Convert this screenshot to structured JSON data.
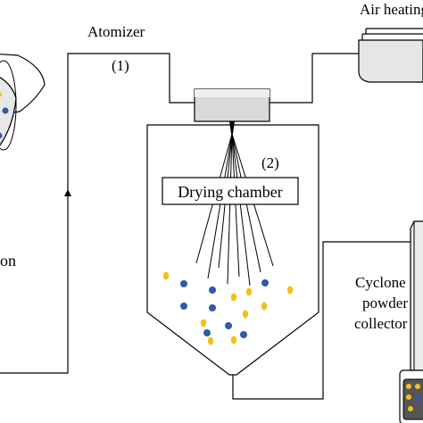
{
  "labels": {
    "atomizer": "Atomizer",
    "step1": "(1)",
    "air_heating": "Air heating",
    "step2": "(2)",
    "drying_chamber": "Drying chamber",
    "feed_partial": "on",
    "cyclone_line1": "Cyclone",
    "cyclone_line2": "powder",
    "cyclone_line3": "collector"
  },
  "colors": {
    "particle_blue": "#2f5aa6",
    "particle_yellow": "#f2c21b",
    "line": "#000000",
    "box_fill": "#d9d9d9"
  }
}
